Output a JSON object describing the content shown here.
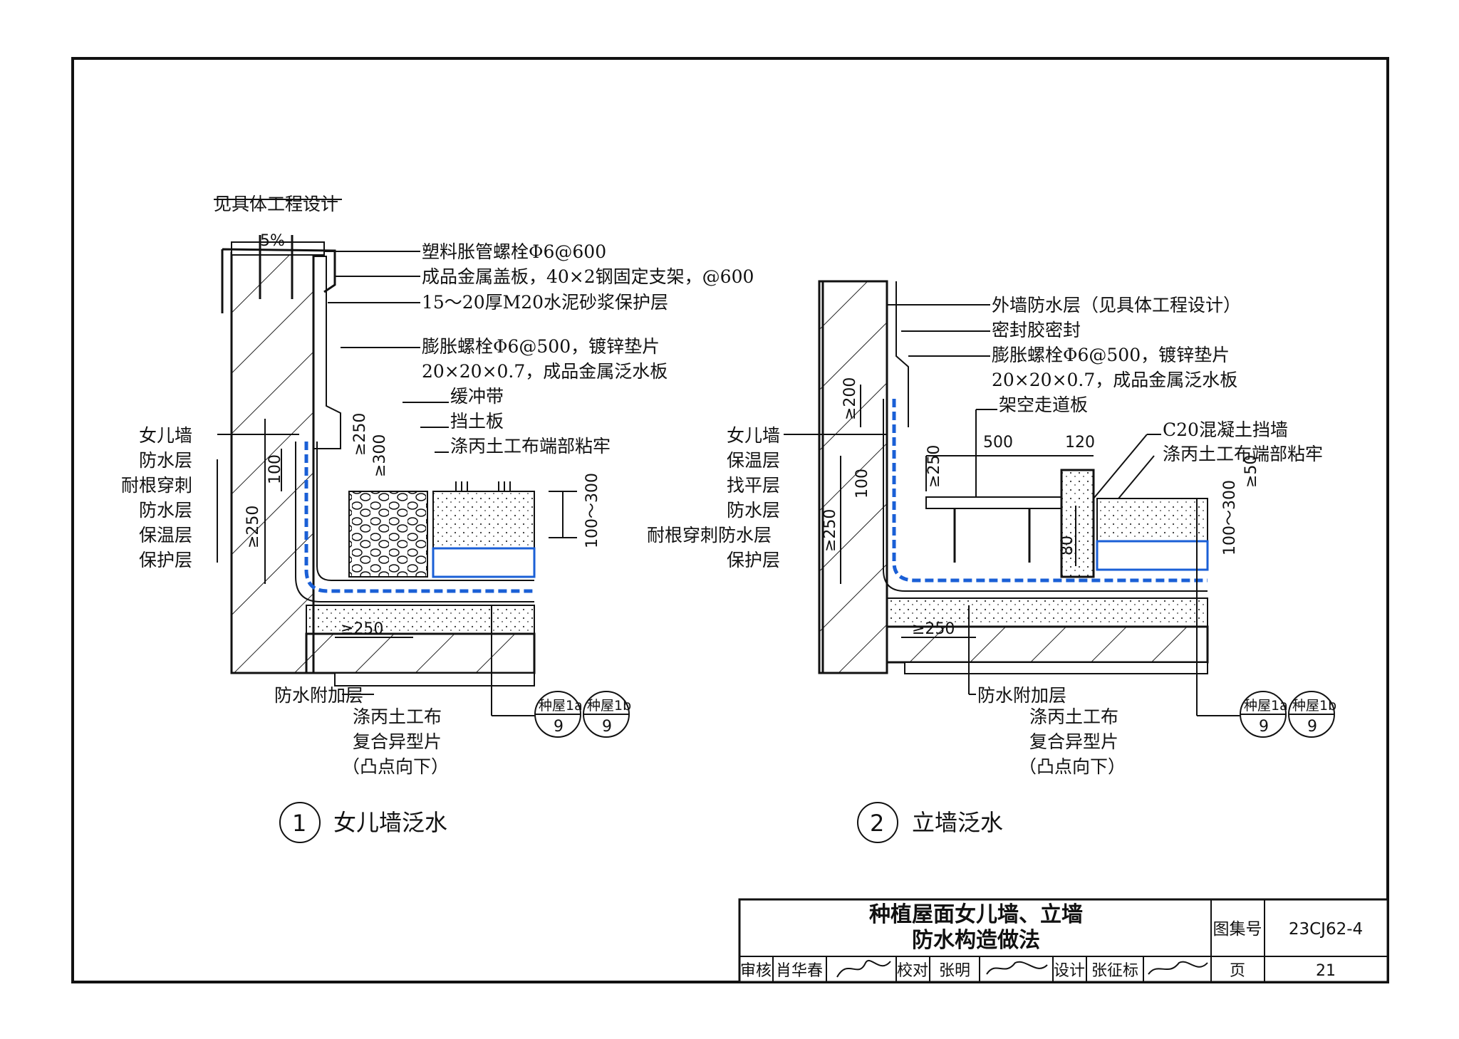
{
  "detail1": {
    "top_note": "见具体工程设计",
    "slope": "5%",
    "callouts_right": [
      "塑料胀管螺栓Φ6@600",
      "成品金属盖板，40×2钢固定支架，@600",
      "15～20厚M20水泥砂浆保护层",
      "膨胀螺栓Φ6@500，镀锌垫片",
      "20×20×0.7，成品金属泛水板",
      "缓冲带",
      "挡土板",
      "涤丙土工布端部粘牢"
    ],
    "callouts_left": [
      "女儿墙",
      "防水层",
      "耐根穿刺",
      "防水层",
      "保温层",
      "保护层"
    ],
    "dims": [
      "≥250",
      "≥300",
      "100",
      "≥250",
      "100～300",
      "≥250"
    ],
    "bottom_labels": [
      "防水附加层",
      "涤丙土工布",
      "复合异型片",
      "（凸点向下）"
    ],
    "refs": [
      {
        "top": "种屋1a",
        "bottom": "9"
      },
      {
        "top": "种屋1b",
        "bottom": "9"
      }
    ],
    "number": "1",
    "title": "女儿墙泛水"
  },
  "detail2": {
    "callouts_right": [
      "外墙防水层（见具体工程设计）",
      "密封胶密封",
      "膨胀螺栓Φ6@500，镀锌垫片",
      "20×20×0.7，成品金属泛水板",
      "架空走道板",
      "C20混凝土挡墙",
      "涤丙土工布端部粘牢"
    ],
    "callouts_left": [
      "女儿墙",
      "保温层",
      "找平层",
      "防水层",
      "耐根穿刺防水层",
      "保护层"
    ],
    "dims": [
      "≥200",
      "≥250",
      "100",
      "≥250",
      "500",
      "120",
      "80",
      "100～300",
      "≥50",
      "≥250"
    ],
    "bottom_labels": [
      "防水附加层",
      "涤丙土工布",
      "复合异型片",
      "（凸点向下）"
    ],
    "refs": [
      {
        "top": "种屋1a",
        "bottom": "9"
      },
      {
        "top": "种屋1b",
        "bottom": "9"
      }
    ],
    "number": "2",
    "title": "立墙泛水"
  },
  "title_block": {
    "title_line1": "种植屋面女儿墙、立墙",
    "title_line2": "防水构造做法",
    "atlas_label": "图集号",
    "atlas_value": "23CJ62-4",
    "review_label": "审核",
    "reviewer": "肖华春",
    "check_label": "校对",
    "checker": "张明",
    "design_label": "设计",
    "designer": "张征标",
    "page_label": "页",
    "page_value": "21"
  }
}
